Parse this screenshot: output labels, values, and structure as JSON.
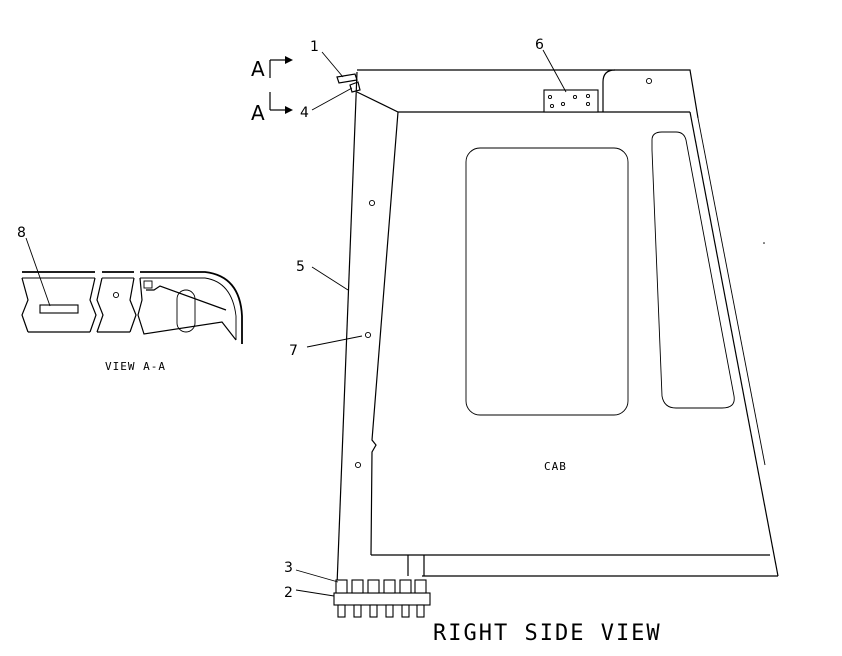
{
  "callouts": {
    "c1": "1",
    "c2": "2",
    "c3": "3",
    "c4": "4",
    "c5": "5",
    "c6": "6",
    "c7": "7",
    "c8": "8"
  },
  "section_markers": {
    "upper": "A",
    "lower": "A"
  },
  "labels": {
    "cab": "CAB",
    "view_aa": "VIEW A-A",
    "main_view": "RIGHT SIDE VIEW"
  }
}
